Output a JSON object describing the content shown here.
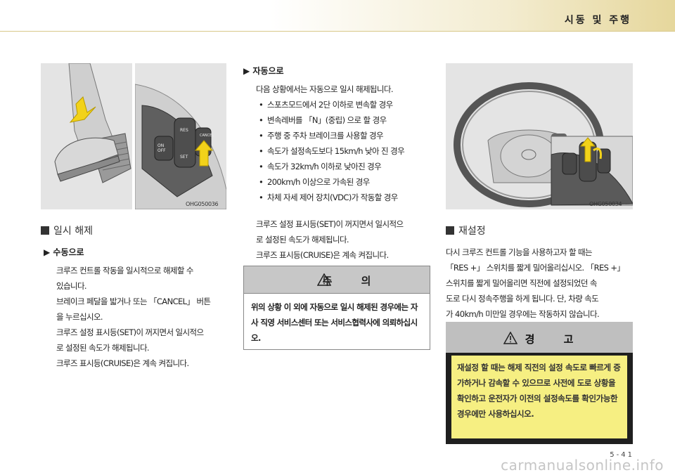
{
  "header": {
    "title": "시동 및 주행"
  },
  "images": {
    "left_code": "OHG050036",
    "right_code": "OHG050034",
    "switch_labels": {
      "on_off": "ON\nOFF",
      "res": "RES",
      "set": "SET",
      "cancel": "CANCEL"
    }
  },
  "release": {
    "title": "일시 해제",
    "manual": {
      "title": "▶ 수동으로",
      "lines": [
        "크루즈 컨트롤 작동을 일시적으로 해제할 수",
        "있습니다.",
        "브레이크 페달을 밟거나 또는 「CANCEL」 버튼",
        "을 누르십시오.",
        "크루즈 설정 표시등(SET)이 꺼지면서 일시적으",
        "로 설정된 속도가 해제됩니다.",
        "크루즈 표시등(CRUISE)은 계속 켜집니다."
      ]
    },
    "auto": {
      "title": "▶ 자동으로",
      "intro": "다음 상황에서는 자동으로 일시 해제됩니다.",
      "bullets": [
        "스포츠모드에서 2단 이하로 변속할 경우",
        "변속레버를 「N」(중립) 으로 할 경우",
        "주행 중 주차 브레이크를 사용할 경우",
        "속도가 설정속도보다 15km/h 낮아 진 경우",
        "속도가 32km/h 이하로 낮아진 경우",
        "200km/h 이상으로 가속된 경우",
        "차체 자세 제어 장치(VDC)가 작동할 경우"
      ],
      "after": [
        "크루즈 설정 표시등(SET)이 꺼지면서 일시적으",
        "로 설정된 속도가 해제됩니다.",
        "크루즈 표시등(CRUISE)은 계속 켜집니다."
      ]
    }
  },
  "caution": {
    "title": "주 의",
    "text": "위의 상황 이 외에 자동으로 일시 해제된 경우에는 자사 직영 서비스센터 또는 서비스협력사에 의뢰하십시오."
  },
  "reset": {
    "title": "재설정",
    "lines": [
      "다시 크루즈 컨트롤 기능을 사용하고자 할 때는",
      "「RES +」 스위치를 짧게 밀어올리십시오. 「RES +」",
      "스위치를 짧게 밀어올리면 직전에 설정되었던 속",
      "도로 다시 정속주행을 하게 됩니다. 단, 차량 속도",
      "가 40km/h 미만일 경우에는 작동하지 않습니다."
    ]
  },
  "warning": {
    "title": "경 고",
    "text": "재설정 할 때는 해제 직전의 설정 속도로 빠르게 증가하거나 감속할 수 있으므로 사전에 도로 상황을 확인하고 운전자가 이전의 설정속도를 확인가능한 경우에만 사용하십시오."
  },
  "footer": {
    "page": "5-41",
    "watermark": "carmanualsonline.info"
  },
  "colors": {
    "warning_body": "#f6ef82",
    "header_gold": "#e6d79c",
    "arrow_yellow": "#f2d21a"
  }
}
